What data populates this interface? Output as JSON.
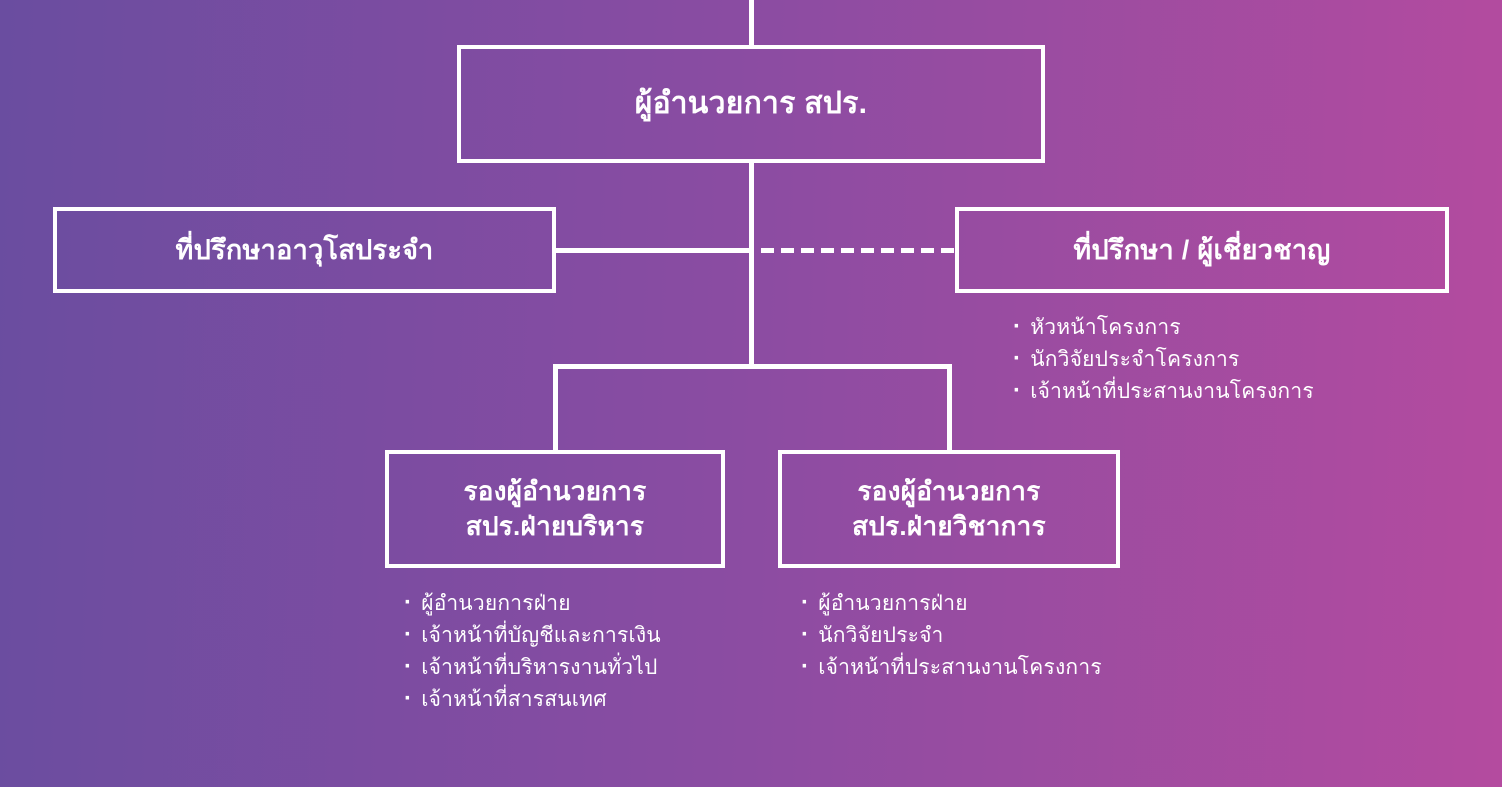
{
  "nodes": {
    "director": {
      "label": "ผู้อำนวยการ สปร."
    },
    "senior_advisor": {
      "label": "ที่ปรึกษาอาวุโสประจำ"
    },
    "advisor_expert": {
      "label": "ที่ปรึกษา / ผู้เชี่ยวชาญ"
    },
    "deputy_admin": {
      "line1": "รองผู้อำนวยการ",
      "line2": "สปร.ฝ่ายบริหาร"
    },
    "deputy_academic": {
      "line1": "รองผู้อำนวยการ",
      "line2": "สปร.ฝ่ายวิชาการ"
    }
  },
  "lists": {
    "advisor_expert": [
      "หัวหน้าโครงการ",
      "นักวิจัยประจำโครงการ",
      "เจ้าหน้าที่ประสานงานโครงการ"
    ],
    "deputy_admin": [
      "ผู้อำนวยการฝ่าย",
      "เจ้าหน้าที่บัญชีและการเงิน",
      "เจ้าหน้าที่บริหารงานทั่วไป",
      "เจ้าหน้าที่สารสนเทศ"
    ],
    "deputy_academic": [
      "ผู้อำนวยการฝ่าย",
      "นักวิจัยประจำ",
      "เจ้าหน้าที่ประสานงานโครงการ"
    ]
  },
  "bullet_char": "·",
  "colors": {
    "background_gradient_left": "#6a4da0",
    "background_gradient_right": "#b44b9f",
    "line": "#ffffff",
    "text": "#ffffff"
  }
}
